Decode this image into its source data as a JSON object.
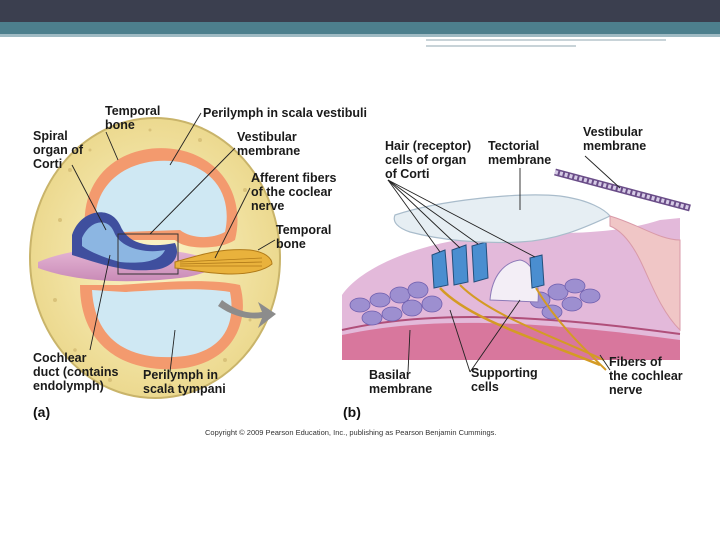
{
  "panel_a": {
    "panel_label": "(a)",
    "labels": {
      "temporal_bone_top": "Temporal\nbone",
      "perilymph_vestibuli": "Perilymph in scala vestibuli",
      "spiral_organ": "Spiral\norgan of\nCorti",
      "vestibular_membrane": "Vestibular\nmembrane",
      "afferent_fibers": "Afferent fibers\nof the coclear\nnerve",
      "temporal_bone_right": "Temporal\nbone",
      "cochlear_duct": "Cochlear\nduct (contains\nendolymph)",
      "perilymph_tympani": "Perilymph in\nscala tympani"
    }
  },
  "panel_b": {
    "panel_label": "(b)",
    "labels": {
      "hair_cells": "Hair (receptor)\ncells of organ\nof Corti",
      "tectorial_membrane": "Tectorial\nmembrane",
      "vestibular_membrane": "Vestibular\nmembrane",
      "basilar_membrane": "Basilar\nmembrane",
      "supporting_cells": "Supporting\ncells",
      "fibers_cochlear": "Fibers of\nthe cochlear\nnerve"
    }
  },
  "copyright": "Copyright © 2009 Pearson Education, Inc., publishing as Pearson Benjamin Cummings."
}
